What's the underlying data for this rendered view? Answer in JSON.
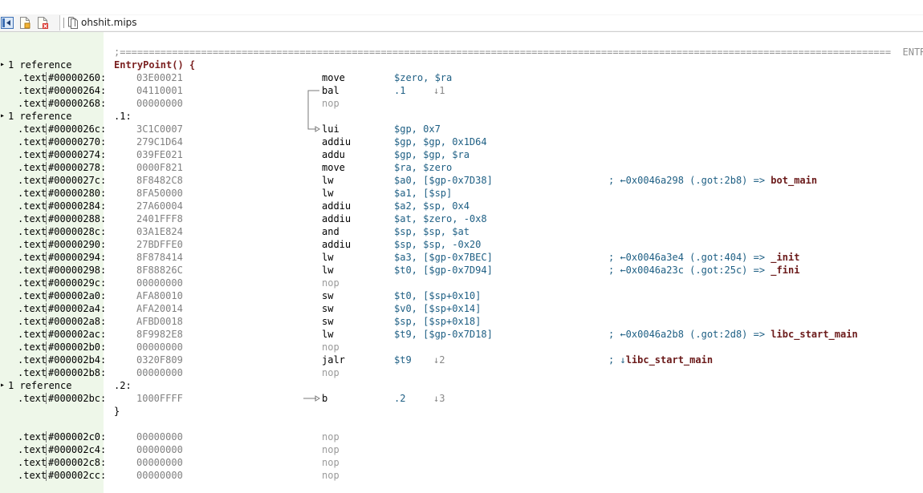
{
  "toolbar": {
    "tab_title": "ohshit.mips",
    "buttons": [
      {
        "name": "collapse-panel-icon"
      },
      {
        "name": "document-icon"
      },
      {
        "name": "close-document-icon"
      }
    ]
  },
  "listing": {
    "separator": ";=====================================================================================================================================  ENTRYPO",
    "entry": "EntryPoint() {",
    "close_brace": "}",
    "refs": [
      {
        "row": 0,
        "text": "1 reference"
      },
      {
        "row": 4,
        "text": "1 reference"
      },
      {
        "row": 25,
        "text": "1 reference"
      }
    ],
    "labels": [
      {
        "row": 4,
        "text": ".1:"
      },
      {
        "row": 25,
        "text": ".2:"
      }
    ],
    "lines": [
      {
        "row": 1,
        "sec": ".text",
        "addr": "#00000260:",
        "bytes": "03E00021",
        "mnem": "move",
        "ops": "$zero, $ra",
        "jmp": "",
        "cmt": "",
        "sym": ""
      },
      {
        "row": 2,
        "sec": ".text",
        "addr": "#00000264:",
        "bytes": "04110001",
        "mnem": "bal",
        "ops": ".1",
        "jmp": "↓1",
        "cmt": "",
        "sym": ""
      },
      {
        "row": 3,
        "sec": ".text",
        "addr": "#00000268:",
        "bytes": "00000000",
        "mnem": "nop",
        "ops": "",
        "jmp": "",
        "cmt": "",
        "sym": ""
      },
      {
        "row": 5,
        "sec": ".text",
        "addr": "#0000026c:",
        "bytes": "3C1C0007",
        "mnem": "lui",
        "ops": "$gp, 0x7",
        "jmp": "",
        "cmt": "",
        "sym": ""
      },
      {
        "row": 6,
        "sec": ".text",
        "addr": "#00000270:",
        "bytes": "279C1D64",
        "mnem": "addiu",
        "ops": "$gp, $gp, 0x1D64",
        "jmp": "",
        "cmt": "",
        "sym": ""
      },
      {
        "row": 7,
        "sec": ".text",
        "addr": "#00000274:",
        "bytes": "039FE021",
        "mnem": "addu",
        "ops": "$gp, $gp, $ra",
        "jmp": "",
        "cmt": "",
        "sym": ""
      },
      {
        "row": 8,
        "sec": ".text",
        "addr": "#00000278:",
        "bytes": "0000F821",
        "mnem": "move",
        "ops": "$ra, $zero",
        "jmp": "",
        "cmt": "",
        "sym": ""
      },
      {
        "row": 9,
        "sec": ".text",
        "addr": "#0000027c:",
        "bytes": "8F8482C8",
        "mnem": "lw",
        "ops": "$a0, [$gp-0x7D38]",
        "jmp": "",
        "cmt": "; ←0x0046a298 (.got:2b8) => ",
        "sym": "bot_main"
      },
      {
        "row": 10,
        "sec": ".text",
        "addr": "#00000280:",
        "bytes": "8FA50000",
        "mnem": "lw",
        "ops": "$a1, [$sp]",
        "jmp": "",
        "cmt": "",
        "sym": ""
      },
      {
        "row": 11,
        "sec": ".text",
        "addr": "#00000284:",
        "bytes": "27A60004",
        "mnem": "addiu",
        "ops": "$a2, $sp, 0x4",
        "jmp": "",
        "cmt": "",
        "sym": ""
      },
      {
        "row": 12,
        "sec": ".text",
        "addr": "#00000288:",
        "bytes": "2401FFF8",
        "mnem": "addiu",
        "ops": "$at, $zero, -0x8",
        "jmp": "",
        "cmt": "",
        "sym": ""
      },
      {
        "row": 13,
        "sec": ".text",
        "addr": "#0000028c:",
        "bytes": "03A1E824",
        "mnem": "and",
        "ops": "$sp, $sp, $at",
        "jmp": "",
        "cmt": "",
        "sym": ""
      },
      {
        "row": 14,
        "sec": ".text",
        "addr": "#00000290:",
        "bytes": "27BDFFE0",
        "mnem": "addiu",
        "ops": "$sp, $sp, -0x20",
        "jmp": "",
        "cmt": "",
        "sym": ""
      },
      {
        "row": 15,
        "sec": ".text",
        "addr": "#00000294:",
        "bytes": "8F878414",
        "mnem": "lw",
        "ops": "$a3, [$gp-0x7BEC]",
        "jmp": "",
        "cmt": "; ←0x0046a3e4 (.got:404) => ",
        "sym": "_init"
      },
      {
        "row": 16,
        "sec": ".text",
        "addr": "#00000298:",
        "bytes": "8F88826C",
        "mnem": "lw",
        "ops": "$t0, [$gp-0x7D94]",
        "jmp": "",
        "cmt": "; ←0x0046a23c (.got:25c) => ",
        "sym": "_fini"
      },
      {
        "row": 17,
        "sec": ".text",
        "addr": "#0000029c:",
        "bytes": "00000000",
        "mnem": "nop",
        "ops": "",
        "jmp": "",
        "cmt": "",
        "sym": ""
      },
      {
        "row": 18,
        "sec": ".text",
        "addr": "#000002a0:",
        "bytes": "AFA80010",
        "mnem": "sw",
        "ops": "$t0, [$sp+0x10]",
        "jmp": "",
        "cmt": "",
        "sym": ""
      },
      {
        "row": 19,
        "sec": ".text",
        "addr": "#000002a4:",
        "bytes": "AFA20014",
        "mnem": "sw",
        "ops": "$v0, [$sp+0x14]",
        "jmp": "",
        "cmt": "",
        "sym": ""
      },
      {
        "row": 20,
        "sec": ".text",
        "addr": "#000002a8:",
        "bytes": "AFBD0018",
        "mnem": "sw",
        "ops": "$sp, [$sp+0x18]",
        "jmp": "",
        "cmt": "",
        "sym": ""
      },
      {
        "row": 21,
        "sec": ".text",
        "addr": "#000002ac:",
        "bytes": "8F9982E8",
        "mnem": "lw",
        "ops": "$t9, [$gp-0x7D18]",
        "jmp": "",
        "cmt": "; ←0x0046a2b8 (.got:2d8) => ",
        "sym": "libc_start_main"
      },
      {
        "row": 22,
        "sec": ".text",
        "addr": "#000002b0:",
        "bytes": "00000000",
        "mnem": "nop",
        "ops": "",
        "jmp": "",
        "cmt": "",
        "sym": ""
      },
      {
        "row": 23,
        "sec": ".text",
        "addr": "#000002b4:",
        "bytes": "0320F809",
        "mnem": "jalr",
        "ops": "$t9",
        "jmp": "↓2",
        "cmt": "; ↓",
        "sym": "libc_start_main"
      },
      {
        "row": 24,
        "sec": ".text",
        "addr": "#000002b8:",
        "bytes": "00000000",
        "mnem": "nop",
        "ops": "",
        "jmp": "",
        "cmt": "",
        "sym": ""
      },
      {
        "row": 26,
        "sec": ".text",
        "addr": "#000002bc:",
        "bytes": "1000FFFF",
        "mnem": "b",
        "ops": ".2",
        "jmp": "↓3",
        "cmt": "",
        "sym": ""
      },
      {
        "row": 29,
        "sec": ".text",
        "addr": "#000002c0:",
        "bytes": "00000000",
        "mnem": "nop",
        "ops": "",
        "jmp": "",
        "cmt": "",
        "sym": ""
      },
      {
        "row": 30,
        "sec": ".text",
        "addr": "#000002c4:",
        "bytes": "00000000",
        "mnem": "nop",
        "ops": "",
        "jmp": "",
        "cmt": "",
        "sym": ""
      },
      {
        "row": 31,
        "sec": ".text",
        "addr": "#000002c8:",
        "bytes": "00000000",
        "mnem": "nop",
        "ops": "",
        "jmp": "",
        "cmt": "",
        "sym": ""
      },
      {
        "row": 32,
        "sec": ".text",
        "addr": "#000002cc:",
        "bytes": "00000000",
        "mnem": "nop",
        "ops": "",
        "jmp": "",
        "cmt": "",
        "sym": ""
      }
    ]
  },
  "colors": {
    "gutter": "#eef7e9",
    "operand": "#1e5f84",
    "symbol": "#6b1a1a",
    "bytes": "#808080",
    "nop": "#9a9a9a"
  }
}
